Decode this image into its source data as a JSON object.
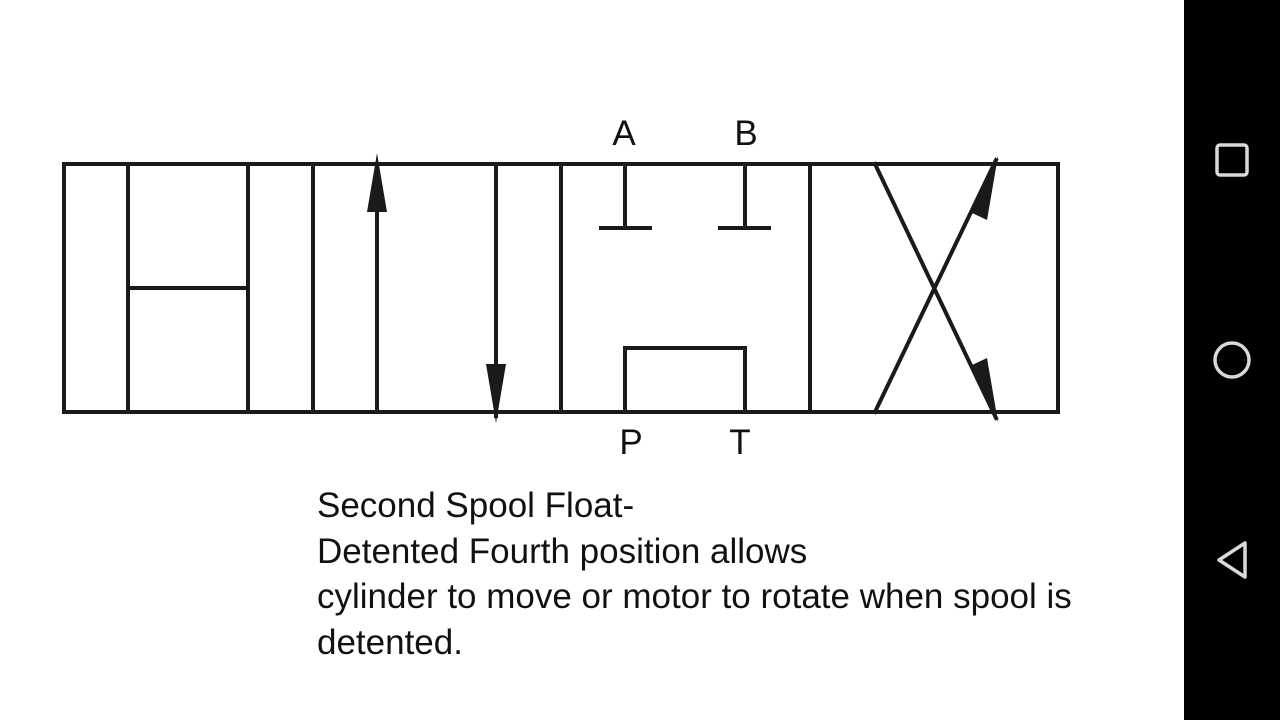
{
  "diagram": {
    "ports": {
      "a": "A",
      "b": "B",
      "p": "P",
      "t": "T"
    }
  },
  "caption": {
    "lines": [
      "Second Spool Float-",
      "Detented Fourth position allows",
      "cylinder to move or motor to rotate when spool is",
      "detented."
    ]
  },
  "navbar": {
    "buttons": [
      "square-recents-icon",
      "circle-home-icon",
      "triangle-back-icon"
    ],
    "background": "#000000",
    "icon_color": "#d9d9d9"
  }
}
